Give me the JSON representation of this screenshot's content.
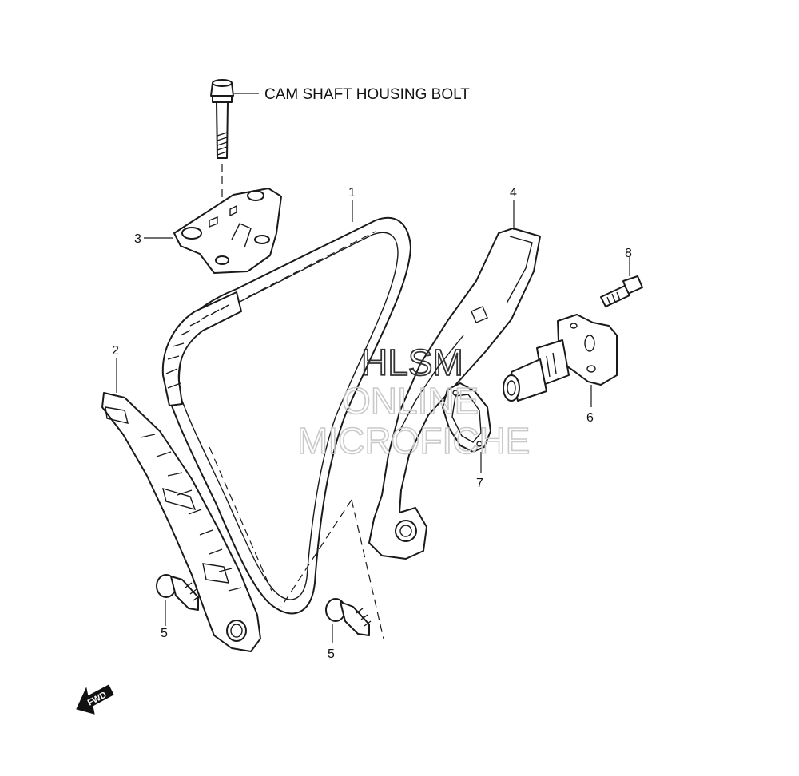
{
  "labels": {
    "bolt": "CAM SHAFT HOUSING BOLT",
    "p1": "1",
    "p2": "2",
    "p3": "3",
    "p4": "4",
    "p5a": "5",
    "p5b": "5",
    "p6": "6",
    "p7": "7",
    "p8": "8"
  },
  "watermark": {
    "line1": "HLSM",
    "line2": "ONLINE",
    "line3": "MICROFICHE"
  },
  "fwd": "FWD"
}
